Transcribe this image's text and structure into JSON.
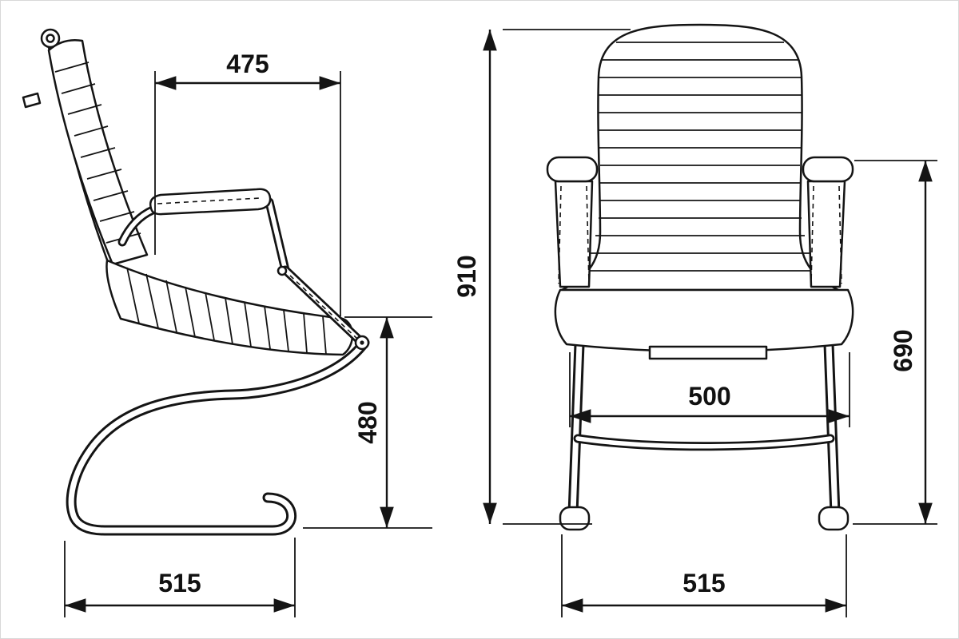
{
  "drawing": {
    "side_view": {
      "dim_top_width": "475",
      "dim_seat_height": "480",
      "dim_base_depth": "515"
    },
    "front_view": {
      "dim_overall_height": "910",
      "dim_arm_height": "690",
      "dim_seat_width": "500",
      "dim_base_width": "515"
    },
    "colors": {
      "ink": "#141414",
      "background": "#ffffff"
    }
  }
}
